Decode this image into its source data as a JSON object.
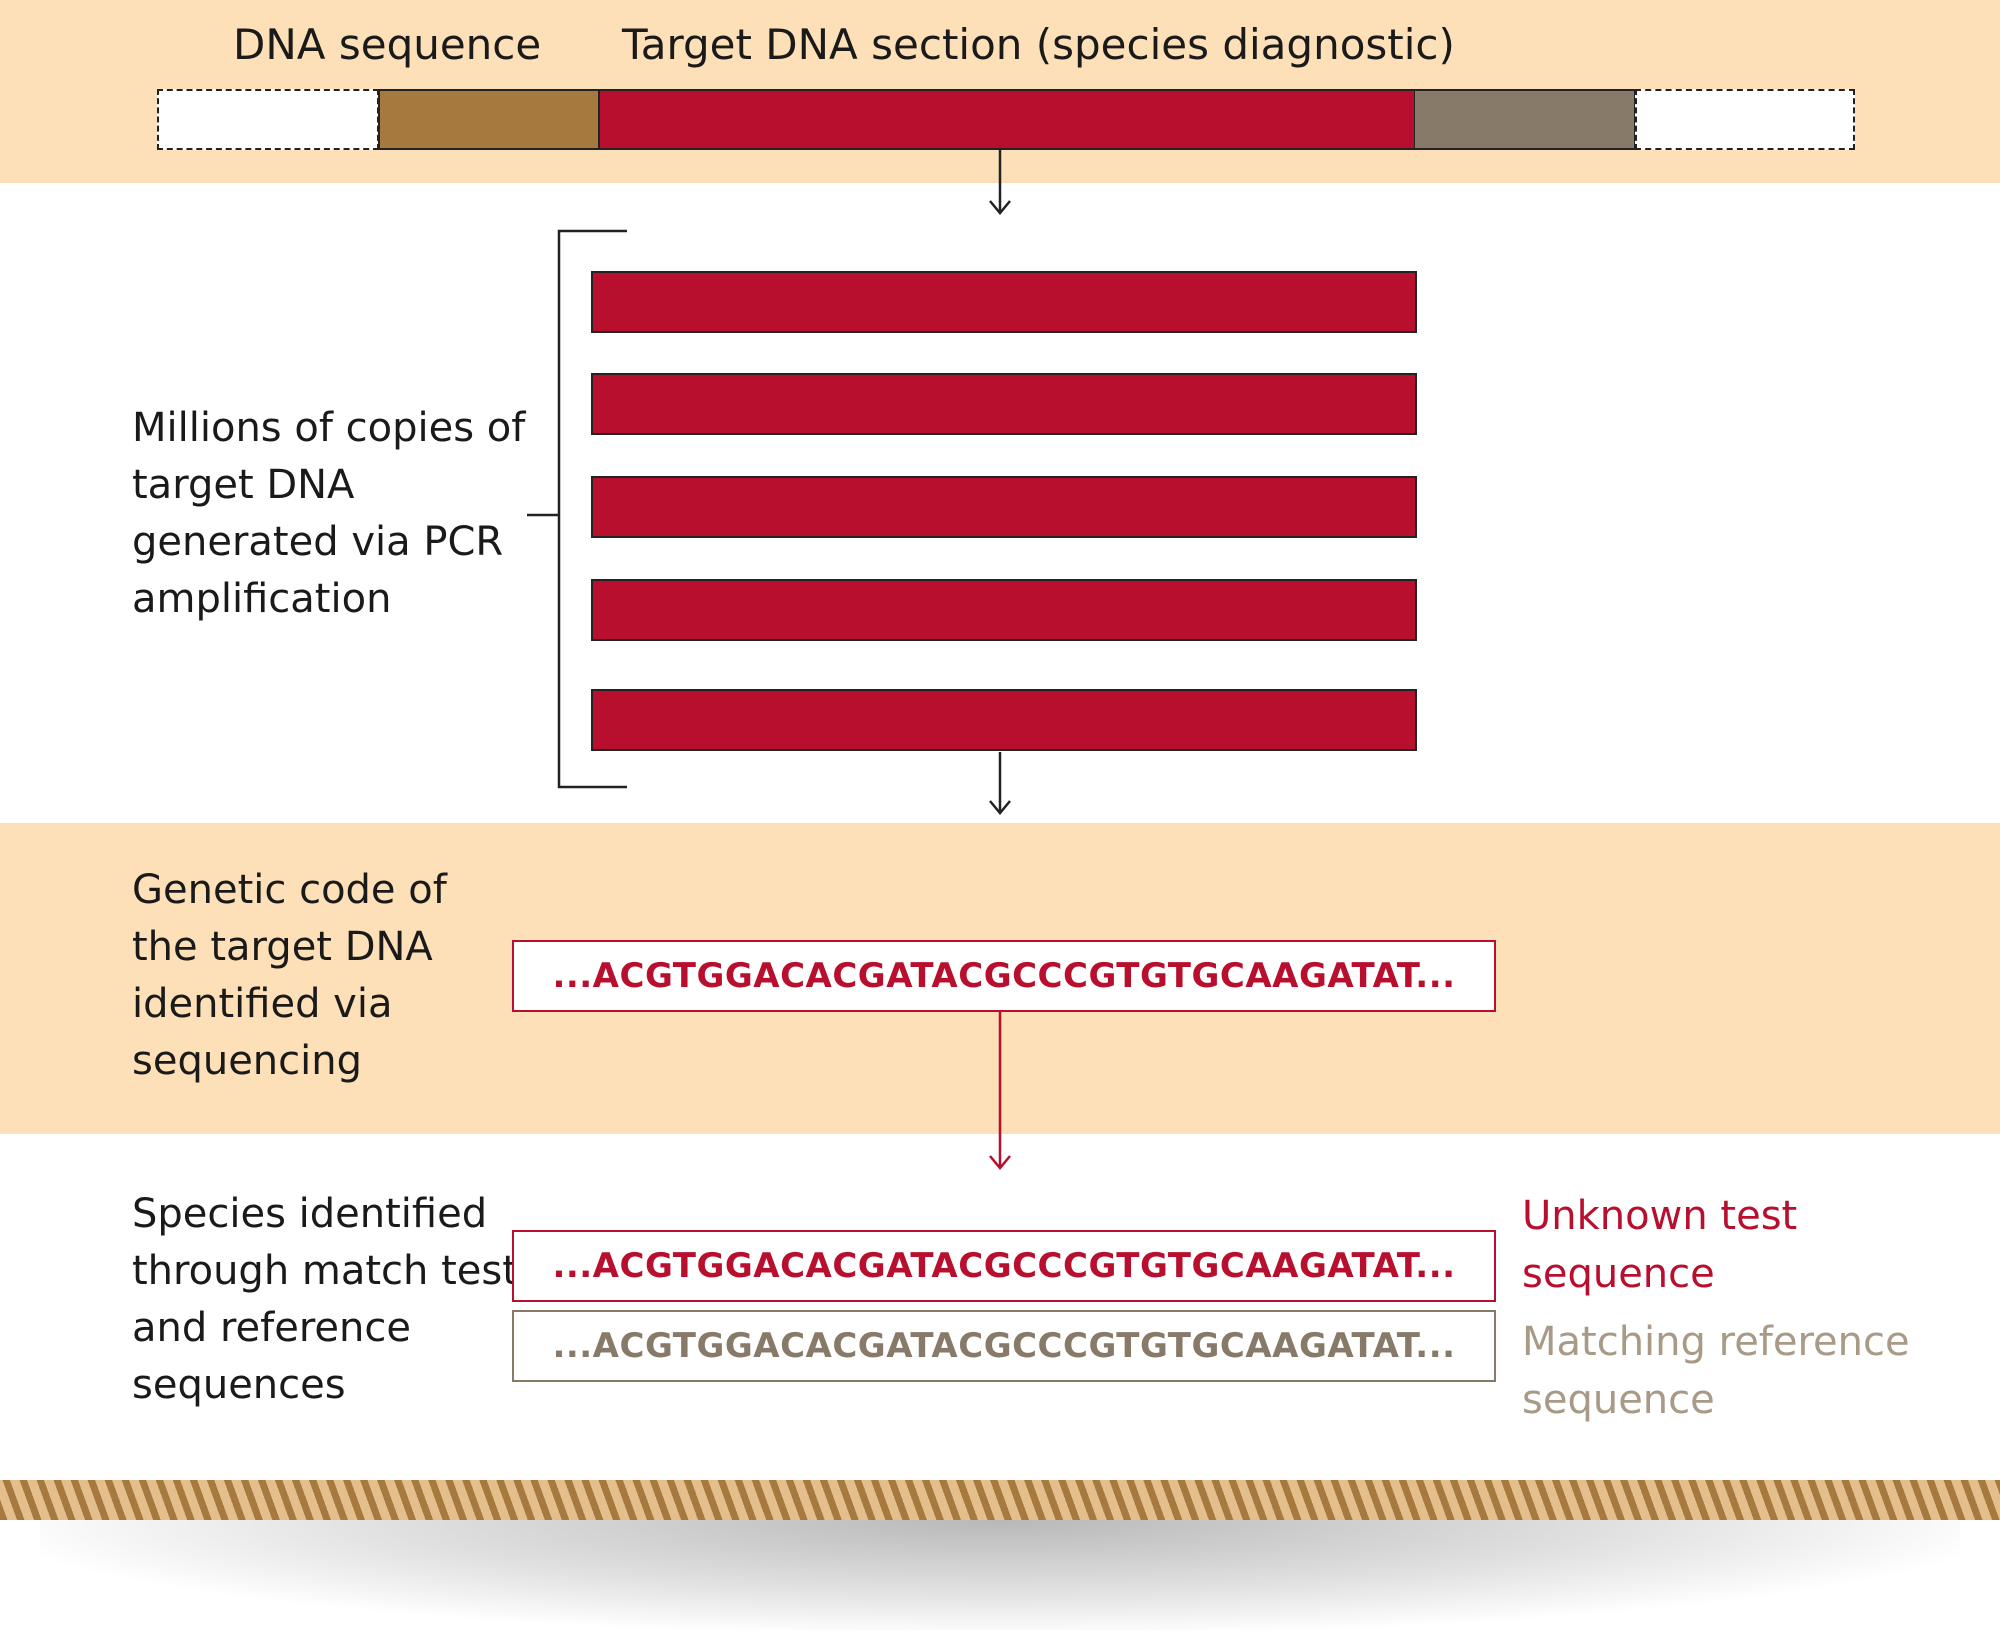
{
  "header": {
    "dna_sequence_label": "DNA sequence",
    "target_section_label": "Target DNA section (species diagnostic)"
  },
  "steps": {
    "amplification_text": "Millions of copies of target DNA generated via PCR amplification",
    "sequencing_text": "Genetic code of the target DNA identified via sequencing",
    "identification_text": "Species identified through match test and reference sequences"
  },
  "sequences": {
    "target": "...ACGTGGACACGATACGCCCGTGTGCAAGATAT...",
    "test": "...ACGTGGACACGATACGCCCGTGTGCAAGATAT...",
    "reference": "...ACGTGGACACGATACGCCCGTGTGCAAGATAT..."
  },
  "legend": {
    "test_label": "Unknown test sequence",
    "reference_label": "Matching reference sequence"
  },
  "colors": {
    "band": "#fde0b7",
    "target_red": "#b80f2e",
    "flank_brown": "#a67a3f",
    "flank_grey": "#877a69",
    "reference_grey": "#877a69"
  }
}
